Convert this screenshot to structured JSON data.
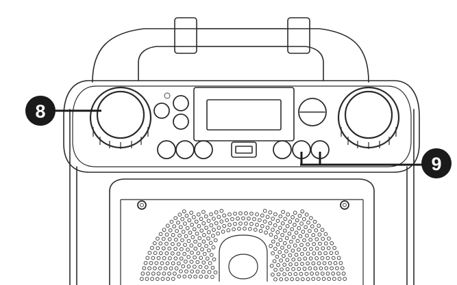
{
  "callouts": [
    {
      "id": "volume-knob",
      "label": "8"
    },
    {
      "id": "input-jacks",
      "label": "9"
    }
  ]
}
